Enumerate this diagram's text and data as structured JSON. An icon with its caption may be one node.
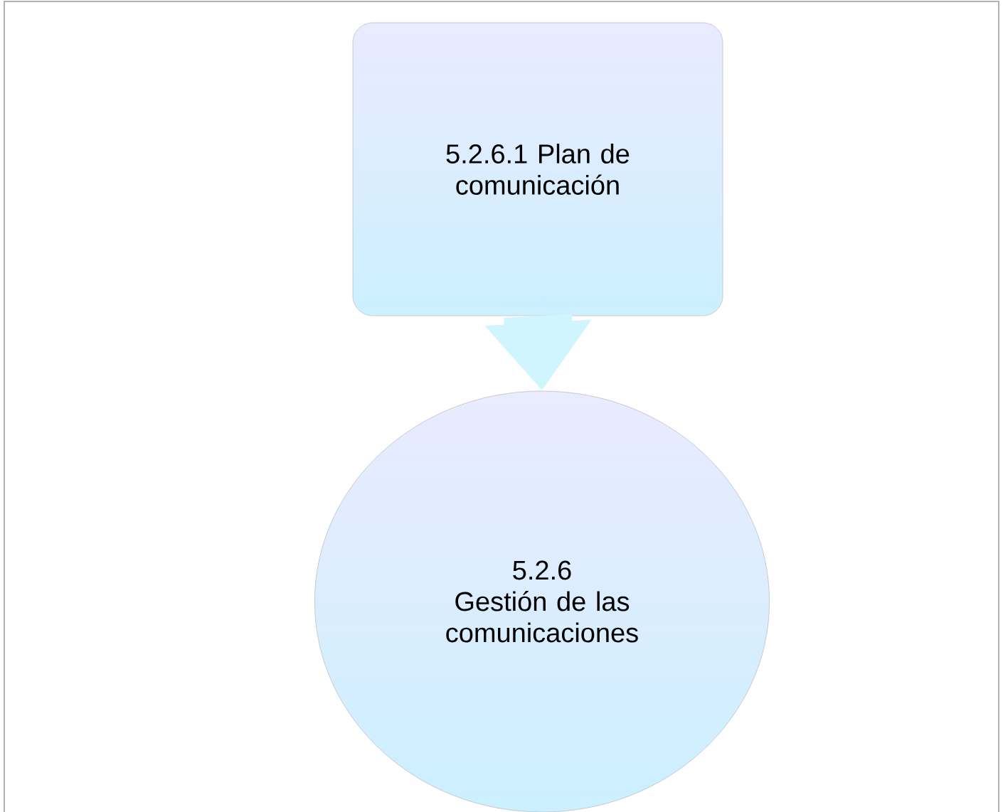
{
  "diagram": {
    "nodes": [
      {
        "text": [
          "5.2.6.1 Plan de comunicación"
        ]
      },
      {
        "text": [
          "5.2.6",
          "Gestión de las comunicaciones"
        ]
      }
    ],
    "edges": [
      {
        "from": 0,
        "to": 1,
        "arrow": "to"
      }
    ]
  }
}
